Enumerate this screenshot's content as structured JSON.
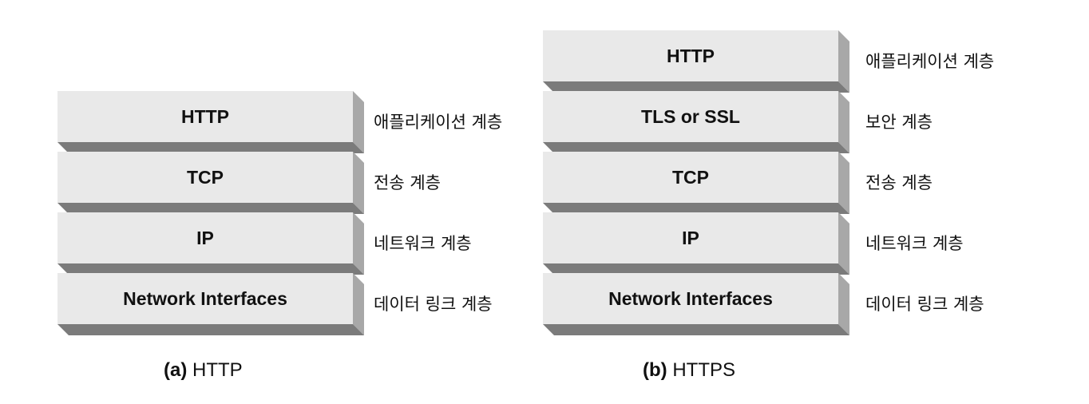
{
  "diagram_a": {
    "caption_letter": "(a)",
    "caption_text": "HTTP",
    "layers": [
      {
        "protocol": "HTTP",
        "layer": "애플리케이션 계층"
      },
      {
        "protocol": "TCP",
        "layer": "전송 계층"
      },
      {
        "protocol": "IP",
        "layer": "네트워크 계층"
      },
      {
        "protocol": "Network Interfaces",
        "layer": "데이터 링크 계층"
      }
    ]
  },
  "diagram_b": {
    "caption_letter": "(b)",
    "caption_text": "HTTPS",
    "layers": [
      {
        "protocol": "HTTP",
        "layer": "애플리케이션 계층"
      },
      {
        "protocol": "TLS or SSL",
        "layer": "보안 계층"
      },
      {
        "protocol": "TCP",
        "layer": "전송 계층"
      },
      {
        "protocol": "IP",
        "layer": "네트워크 계층"
      },
      {
        "protocol": "Network Interfaces",
        "layer": "데이터 링크 계층"
      }
    ]
  },
  "colors": {
    "face": "#e9e9e9",
    "side": "#a8a8a8",
    "bottom": "#7b7b7b"
  }
}
